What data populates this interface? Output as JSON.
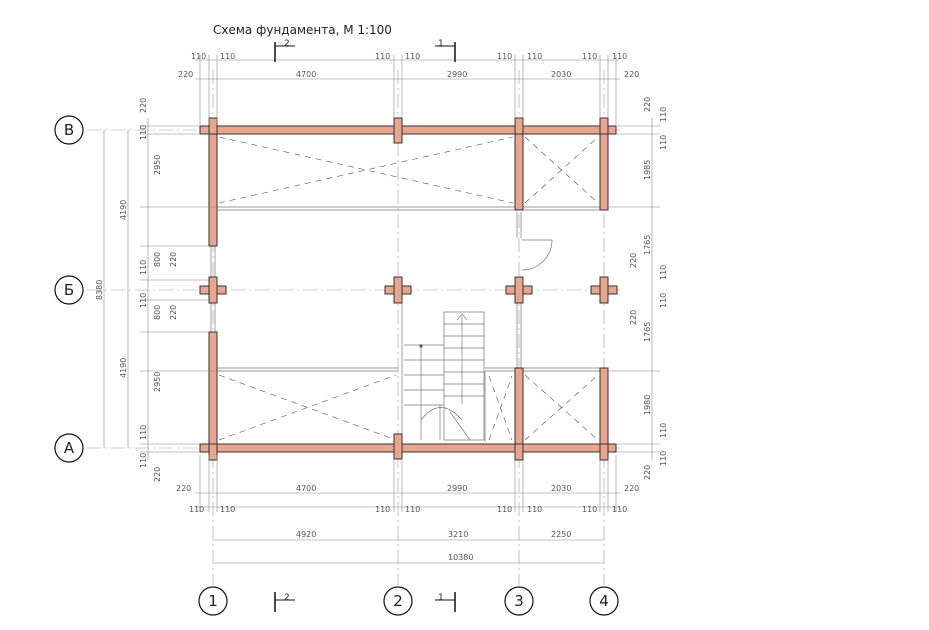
{
  "title": "Схема фундамента, М 1:100",
  "axes": {
    "columns": [
      "1",
      "2",
      "3",
      "4"
    ],
    "rows": [
      "В",
      "Б",
      "А"
    ]
  },
  "cuts": {
    "cut1": "1",
    "cut2": "2"
  },
  "dims": {
    "top_spans": [
      "4700",
      "2990",
      "2030"
    ],
    "top_edge": "220",
    "top_small": "110",
    "bottom_spans": [
      "4700",
      "2990",
      "2030"
    ],
    "bottom_edge": "220",
    "bottom_small": "110",
    "axis_spans": [
      "4920",
      "3210",
      "2250"
    ],
    "overall_width": "10380",
    "left_edge_v": "220",
    "left_small_v": "110",
    "left_room_upper": "2950",
    "left_room_lower": "2950",
    "left_opening": "800",
    "left_gap": "220",
    "left_axis_spans": [
      "4190",
      "4190"
    ],
    "left_overall": "8380",
    "right_upper": "1985",
    "right_mid_upper": "1765",
    "right_mid_lower": "1765",
    "right_lower": "1980",
    "right_edge": "220",
    "right_small": "110"
  }
}
